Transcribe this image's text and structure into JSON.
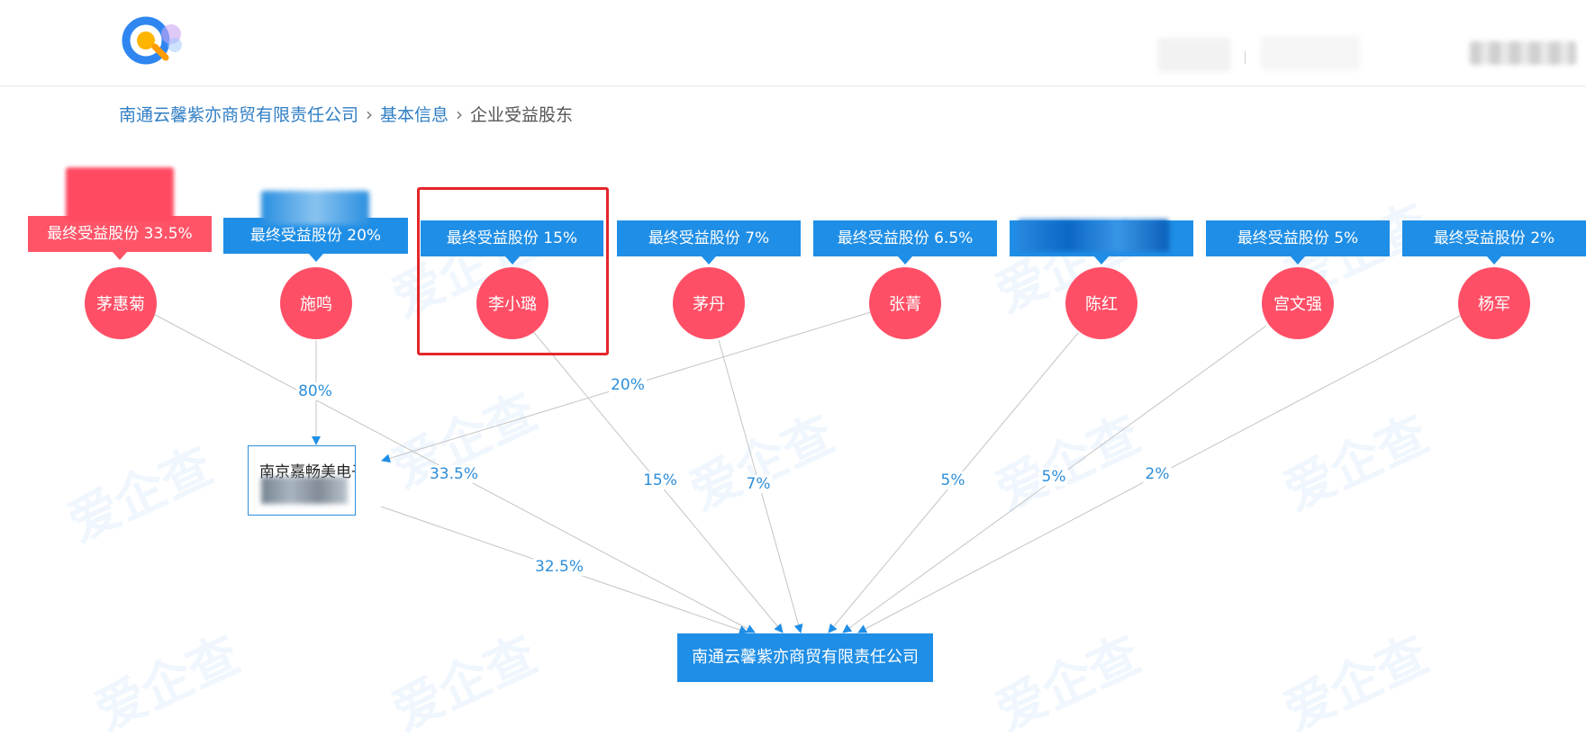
{
  "breadcrumb": {
    "company": "南通云馨紫亦商贸有限责任公司",
    "basic_info": "基本信息",
    "current": "企业受益股东"
  },
  "watermark_text": "爱企查",
  "colors": {
    "accent": "#1f8ee6",
    "person": "#ff4f66",
    "highlight": "#e3262a",
    "edge_label": "#2d8ed9"
  },
  "shareholders": [
    {
      "name": "茅惠菊",
      "label": "最终受益股份 33.5%",
      "edge_pct": "33.5%"
    },
    {
      "name": "施鸣",
      "label": "最终受益股份 20%",
      "edge_pct": "80%"
    },
    {
      "name": "李小璐",
      "label": "最终受益股份 15%",
      "edge_pct": "15%"
    },
    {
      "name": "茅丹",
      "label": "最终受益股份 7%",
      "edge_pct": "7%"
    },
    {
      "name": "张菁",
      "label": "最终受益股份 6.5%",
      "edge_pct": "20%"
    },
    {
      "name": "陈红",
      "label": "",
      "edge_pct": "5%"
    },
    {
      "name": "宫文强",
      "label": "最终受益股份 5%",
      "edge_pct": "5%"
    },
    {
      "name": "杨军",
      "label": "最终受益股份 2%",
      "edge_pct": "2%"
    }
  ],
  "intermediate": {
    "name": "南京嘉畅美电子",
    "edge_pct": "32.5%"
  },
  "target": {
    "name": "南通云馨紫亦商贸有限责任公司"
  }
}
